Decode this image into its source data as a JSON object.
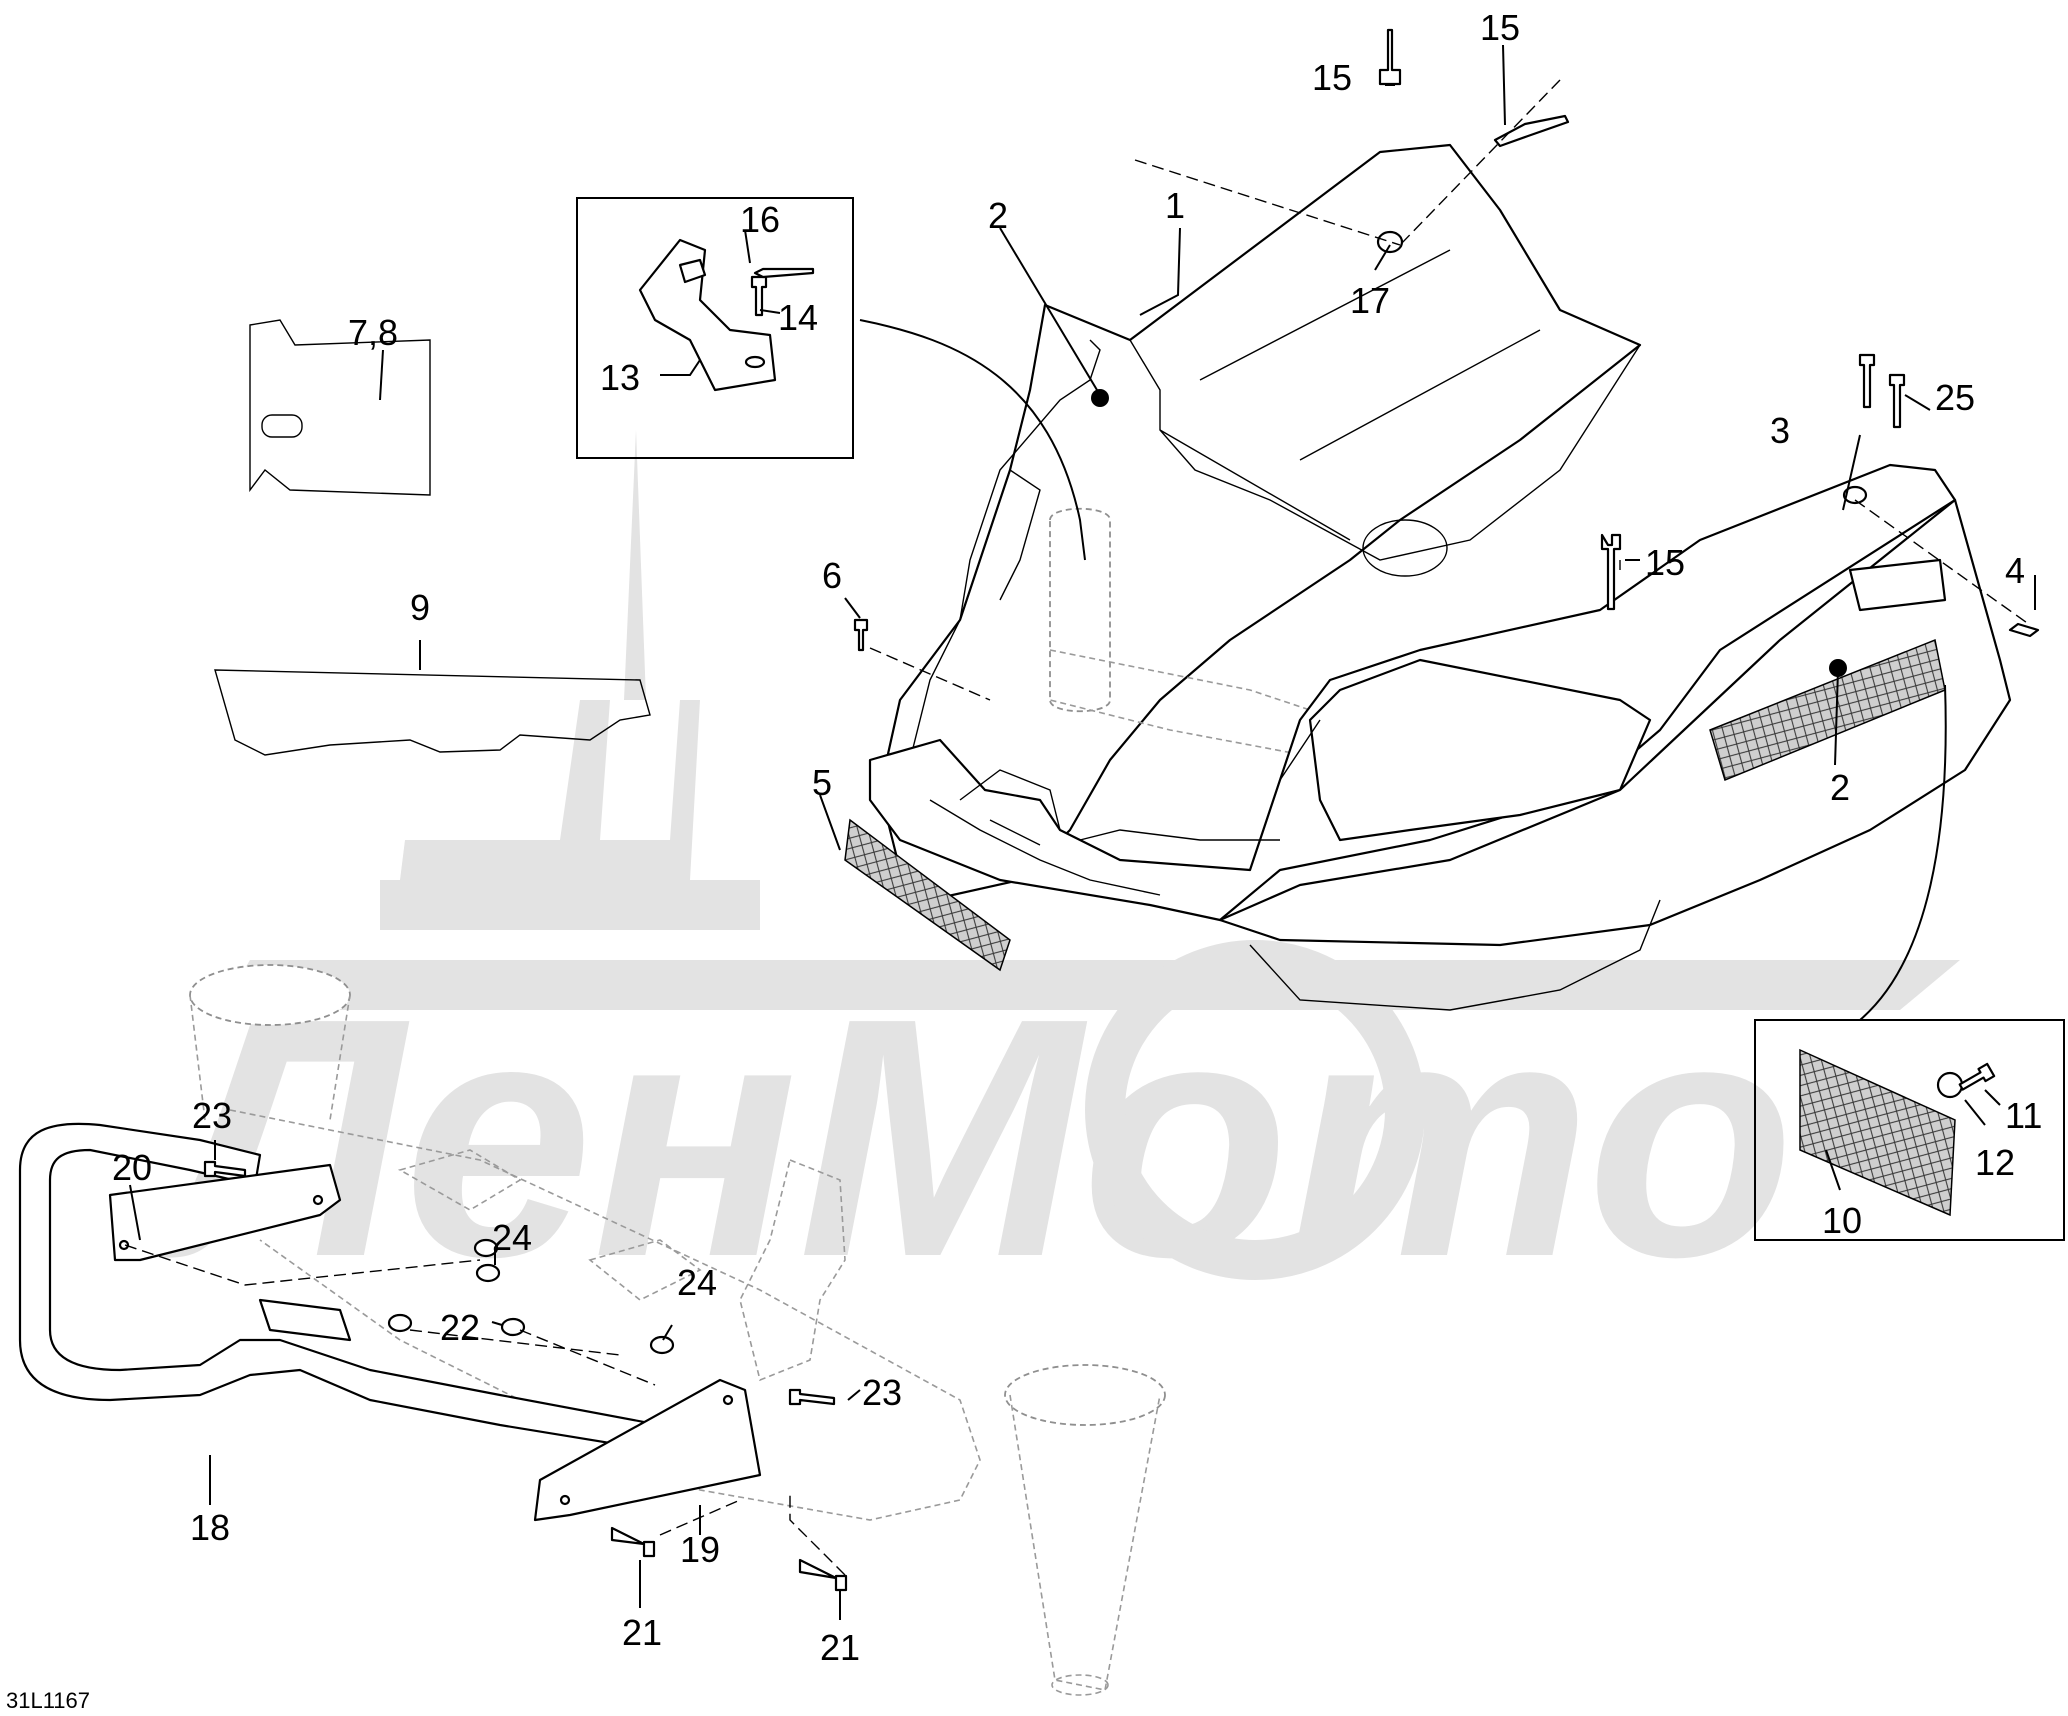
{
  "drawing_code": "31L1167",
  "watermark_text": "ЛенМото",
  "callouts": {
    "c1": "1",
    "c2a": "2",
    "c2b": "2",
    "c3": "3",
    "c4": "4",
    "c5": "5",
    "c6": "6",
    "c78": "7,8",
    "c9": "9",
    "c10": "10",
    "c11": "11",
    "c12": "12",
    "c13": "13",
    "c14": "14",
    "c15a": "15",
    "c15b": "15",
    "c15c": "15",
    "c16": "16",
    "c17": "17",
    "c18": "18",
    "c19": "19",
    "c20": "20",
    "c21a": "21",
    "c21b": "21",
    "c22": "22",
    "c23a": "23",
    "c23b": "23",
    "c24a": "24",
    "c24b": "24",
    "c25": "25"
  }
}
